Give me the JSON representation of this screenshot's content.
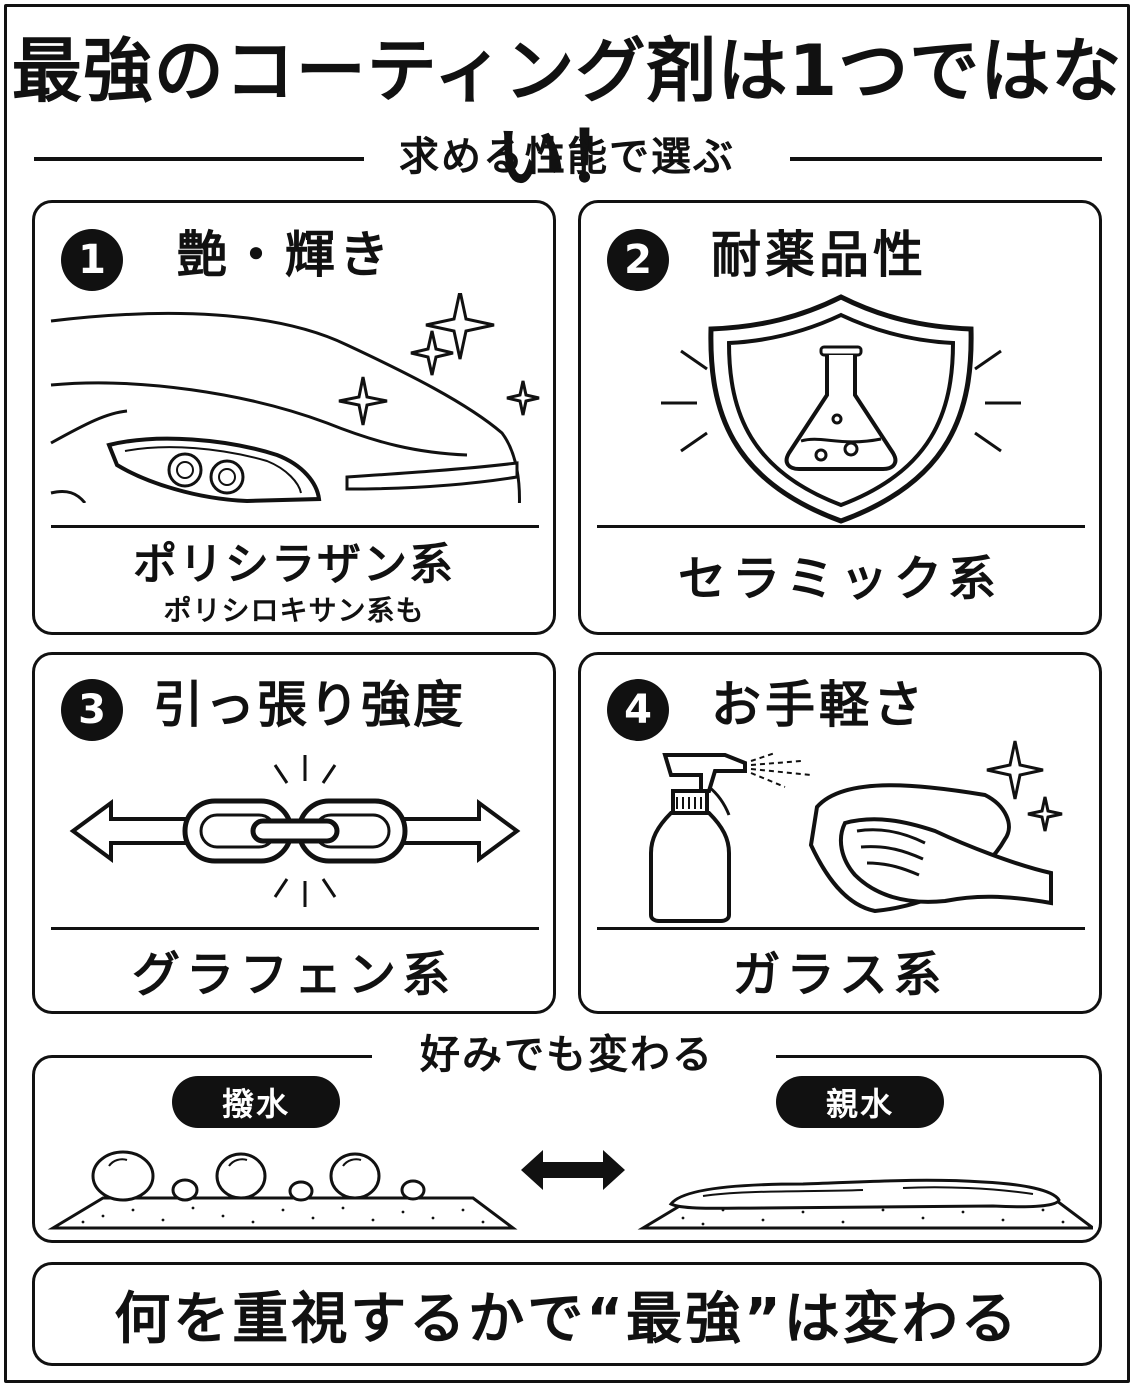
{
  "title": "最強のコーティング剤は1つではない！",
  "subtitle": "求める性能で選ぶ",
  "cards": [
    {
      "number": "1",
      "title": "艶・輝き",
      "label": "ポリシラザン系",
      "sublabel": "ポリシロキサン系も"
    },
    {
      "number": "2",
      "title": "耐薬品性",
      "label": "セラミック系"
    },
    {
      "number": "3",
      "title": "引っ張り強度",
      "label": "グラフェン系"
    },
    {
      "number": "4",
      "title": "お手軽さ",
      "label": "ガラス系"
    }
  ],
  "preference": {
    "heading": "好みでも変わる",
    "left_label": "撥水",
    "right_label": "親水"
  },
  "conclusion": "何を重視するかで“最強”は変わる"
}
